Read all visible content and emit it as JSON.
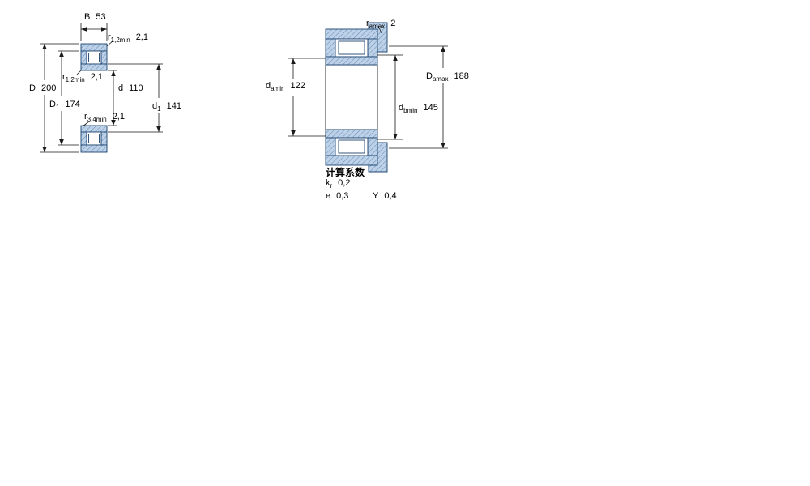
{
  "colors": {
    "bearing_fill": "#bdd2e8",
    "bearing_hatch": "#6b8fb8",
    "bearing_outline": "#1d4470",
    "dimension_line": "#1a1a1a",
    "background": "#ffffff"
  },
  "left_figure": {
    "name": "bearing cross-section with boundary dimensions",
    "labels": {
      "B": {
        "sym": "B",
        "value": "53"
      },
      "r12_top": {
        "sym": "r",
        "sub": "1,2min",
        "value": "2,1"
      },
      "r12_left": {
        "sym": "r",
        "sub": "1,2min",
        "value": "2,1"
      },
      "d": {
        "sym": "d",
        "value": "110"
      },
      "D": {
        "sym": "D",
        "value": "200"
      },
      "D1": {
        "sym": "D",
        "sub": "1",
        "value": "174"
      },
      "r34": {
        "sym": "r",
        "sub": "3,4min",
        "value": "2,1"
      },
      "d1": {
        "sym": "d",
        "sub": "1",
        "value": "141"
      }
    }
  },
  "right_figure": {
    "name": "bearing mounting / abutment dimensions",
    "labels": {
      "ramax": {
        "sym": "r",
        "sub": "amax",
        "value": "2"
      },
      "damin": {
        "sym": "d",
        "sub": "amin",
        "value": "122"
      },
      "Damax": {
        "sym": "D",
        "sub": "amax",
        "value": "188"
      },
      "dbmin": {
        "sym": "d",
        "sub": "bmin",
        "value": "145"
      }
    },
    "factors": {
      "title": "计算系数",
      "kr": {
        "sym": "k",
        "sub": "r",
        "value": "0,2"
      },
      "e": {
        "sym": "e",
        "value": "0,3"
      },
      "Y": {
        "sym": "Y",
        "value": "0,4"
      }
    }
  }
}
